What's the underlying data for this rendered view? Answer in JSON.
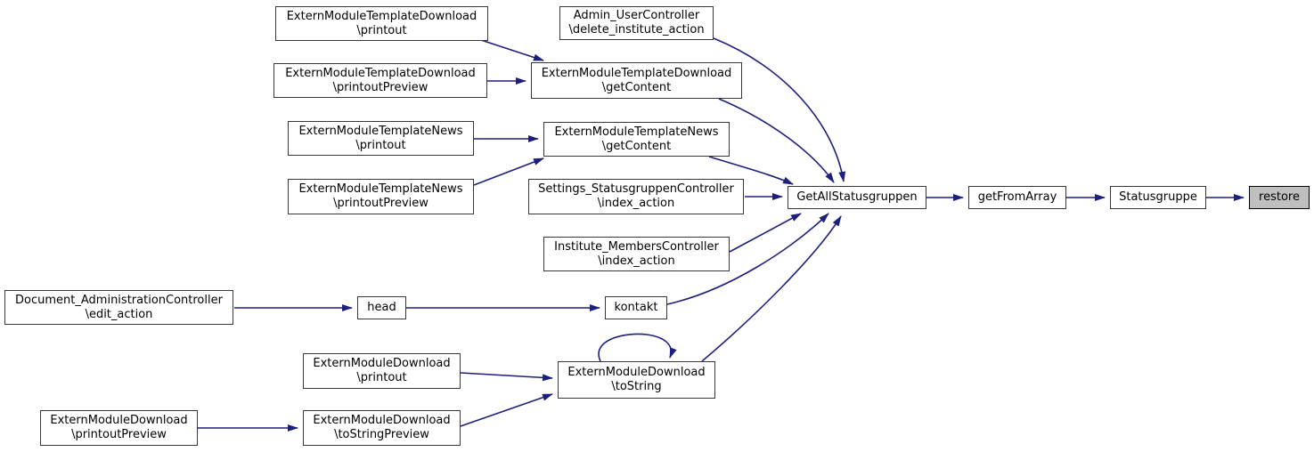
{
  "diagram": {
    "kind": "doxygen-call-graph",
    "background_color": "#ffffff",
    "edge_color": "#1d1f7d",
    "node_fill": "#ffffff",
    "node_border_color": "#373737",
    "highlight_node_fill": "#bfbfbf",
    "nodes": {
      "emtd_printout": {
        "label": "ExternModuleTemplateDownload\n\\printout"
      },
      "admin_user_delete": {
        "label": "Admin_UserController\n\\delete_institute_action"
      },
      "emtd_printoutPreview": {
        "label": "ExternModuleTemplateDownload\n\\printoutPreview"
      },
      "emtd_getContent": {
        "label": "ExternModuleTemplateDownload\n\\getContent"
      },
      "emtn_printout": {
        "label": "ExternModuleTemplateNews\n\\printout"
      },
      "emtn_getContent": {
        "label": "ExternModuleTemplateNews\n\\getContent"
      },
      "emtn_printoutPreview": {
        "label": "ExternModuleTemplateNews\n\\printoutPreview"
      },
      "settings_index": {
        "label": "Settings_StatusgruppenController\n\\index_action"
      },
      "inst_index": {
        "label": "Institute_MembersController\n\\index_action"
      },
      "getAllStatusgruppen": {
        "label": "GetAllStatusgruppen"
      },
      "getFromArray": {
        "label": "getFromArray"
      },
      "statusgruppe": {
        "label": "Statusgruppe"
      },
      "restore": {
        "label": "restore"
      },
      "doc_admin_edit": {
        "label": "Document_AdministrationController\n\\edit_action"
      },
      "head": {
        "label": "head"
      },
      "kontakt": {
        "label": "kontakt"
      },
      "emd_printout": {
        "label": "ExternModuleDownload\n\\printout"
      },
      "emd_toString": {
        "label": "ExternModuleDownload\n\\toString"
      },
      "emd_toStringPreview": {
        "label": "ExternModuleDownload\n\\toStringPreview"
      },
      "emd_printoutPreview": {
        "label": "ExternModuleDownload\n\\printoutPreview"
      }
    },
    "edges": [
      {
        "from": "emtd_printout",
        "to": "emtd_getContent"
      },
      {
        "from": "emtd_printoutPreview",
        "to": "emtd_getContent"
      },
      {
        "from": "emtn_printout",
        "to": "emtn_getContent"
      },
      {
        "from": "emtn_printoutPreview",
        "to": "emtn_getContent"
      },
      {
        "from": "admin_user_delete",
        "to": "getAllStatusgruppen"
      },
      {
        "from": "emtd_getContent",
        "to": "getAllStatusgruppen"
      },
      {
        "from": "emtn_getContent",
        "to": "getAllStatusgruppen"
      },
      {
        "from": "settings_index",
        "to": "getAllStatusgruppen"
      },
      {
        "from": "inst_index",
        "to": "getAllStatusgruppen"
      },
      {
        "from": "kontakt",
        "to": "getAllStatusgruppen"
      },
      {
        "from": "emd_toString",
        "to": "getAllStatusgruppen"
      },
      {
        "from": "getAllStatusgruppen",
        "to": "getFromArray"
      },
      {
        "from": "getFromArray",
        "to": "statusgruppe"
      },
      {
        "from": "statusgruppe",
        "to": "restore"
      },
      {
        "from": "doc_admin_edit",
        "to": "head"
      },
      {
        "from": "head",
        "to": "kontakt"
      },
      {
        "from": "emd_printout",
        "to": "emd_toString"
      },
      {
        "from": "emd_toStringPreview",
        "to": "emd_toString"
      },
      {
        "from": "emd_printoutPreview",
        "to": "emd_toStringPreview"
      },
      {
        "from": "emd_toString",
        "to": "emd_toString"
      }
    ]
  }
}
